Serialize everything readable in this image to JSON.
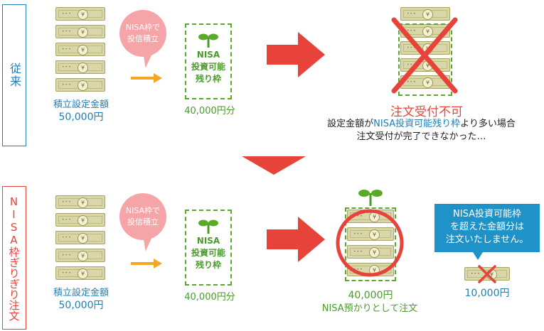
{
  "top": {
    "side_label": "従来",
    "notes_label": "積立設定金額",
    "notes_amount": "50,000円",
    "bubble_text": "NISA枠で\n投信積立",
    "nisa_box_lines": [
      "NISA",
      "投資可能",
      "残り枠"
    ],
    "nisa_amount": "40,000円分",
    "result_title": "注文受付不可",
    "result_line1_prefix": "設定金額が",
    "result_line1_highlight": "NISA投資可能残り枠",
    "result_line1_suffix": "より多い場合",
    "result_line2": "注文受付が完了できなかった…"
  },
  "bottom": {
    "side_label": "NISA枠ぎりぎり注文",
    "notes_label": "積立設定金額",
    "notes_amount": "50,000円",
    "bubble_text": "NISA枠で\n投信積立",
    "nisa_box_lines": [
      "NISA",
      "投資可能",
      "残り枠"
    ],
    "nisa_amount": "40,000円分",
    "result_amount": "40,000円",
    "result_caption": "NISA預かりとして注文",
    "info_text": "NISA投資可能枠\nを超えた金額分は\n注文いたしません。",
    "excess_amount": "10,000円"
  },
  "colors": {
    "blue": "#1f7fb4",
    "green": "#4a9a2c",
    "red": "#e8433b",
    "orange": "#f5a623",
    "pink": "#f5a5a8",
    "info_blue": "#1f93c7"
  }
}
